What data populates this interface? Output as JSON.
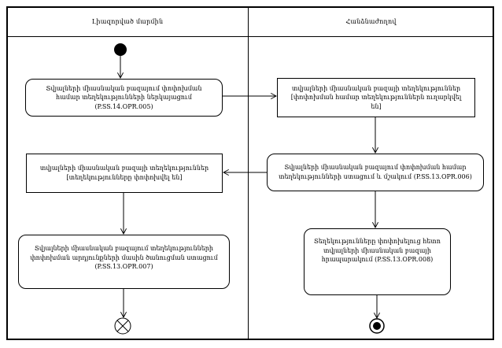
{
  "diagram": {
    "kind": "uml-activity-swimlane",
    "colors": {
      "line": "#000000",
      "background": "#ffffff",
      "node_fill": "#ffffff"
    },
    "lanes": [
      {
        "title": "Լիազորված մարմին"
      },
      {
        "title": "Հանձնաժողով"
      }
    ],
    "nodes": {
      "submit_info": {
        "label": "Տվյալների միասնական բազայում փոփոխման համար տեղեկությունների ներկայացում (P.SS.14.OPR.005)"
      },
      "info_sent": {
        "label": "տվյալների միասնական բազայի տեղեկություններ",
        "state": "[փոփոխման համար տեղեկություններն ուղարկվել են]"
      },
      "receive_process": {
        "label": "Տվյալների միասնական բազայում փոփոխման համար տեղեկությունների ստացում և մշակում (P.SS.13.OPR.006)"
      },
      "info_changed": {
        "label": "տվյալների միասնական բազայի տեղեկություններ",
        "state": "[տեղեկությունները փոփոխվել են]"
      },
      "receive_notice": {
        "label": "Տվյալների միասնական բազայում տեղեկությունների փոփոխման արդյունքների մասին ծանուցման ստացում (P.SS.13.OPR.007)"
      },
      "publish": {
        "label": "Տեղեկությունները փոփոխելուց հետո տվյալների միասնական բազայի հրապարակում (P.SS.13.OPR.008)"
      }
    }
  }
}
